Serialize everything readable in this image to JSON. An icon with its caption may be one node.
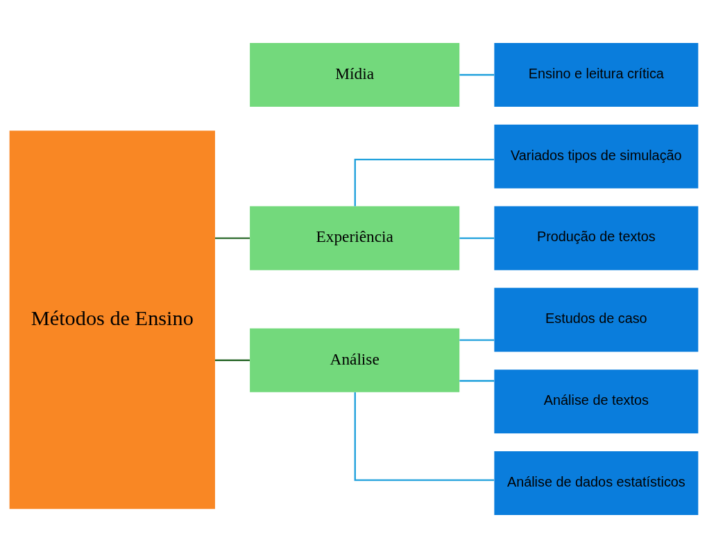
{
  "diagram": {
    "nodes": [
      {
        "text": [
          "Métodos de Ensino"
        ]
      },
      {
        "text": [
          "Experiência"
        ]
      },
      {
        "text": [
          "Mídia"
        ]
      },
      {
        "text": [
          "Análise"
        ]
      },
      {
        "text": [
          "Variados tipos de simulação"
        ]
      },
      {
        "text": [
          "Produção de textos"
        ]
      },
      {
        "text": [
          "Ensino e leitura crítica"
        ]
      },
      {
        "text": [
          "Estudos de caso"
        ]
      },
      {
        "text": [
          "Análise de textos"
        ]
      },
      {
        "text": [
          "Análise de dados estatísticos"
        ]
      }
    ],
    "edges": [
      {
        "from": 0,
        "to": 1,
        "arrow": "none",
        "color": "#2e6b2e"
      },
      {
        "from": 0,
        "to": 3,
        "arrow": "none",
        "color": "#2e6b2e"
      },
      {
        "from": 1,
        "to": 4,
        "arrow": "none"
      },
      {
        "from": 1,
        "to": 5,
        "arrow": "none"
      },
      {
        "from": 2,
        "to": 6,
        "arrow": "none"
      },
      {
        "from": 3,
        "to": 7,
        "arrow": "none"
      },
      {
        "from": 3,
        "to": 8,
        "arrow": "none"
      },
      {
        "from": 3,
        "to": 9,
        "arrow": "none"
      }
    ]
  }
}
